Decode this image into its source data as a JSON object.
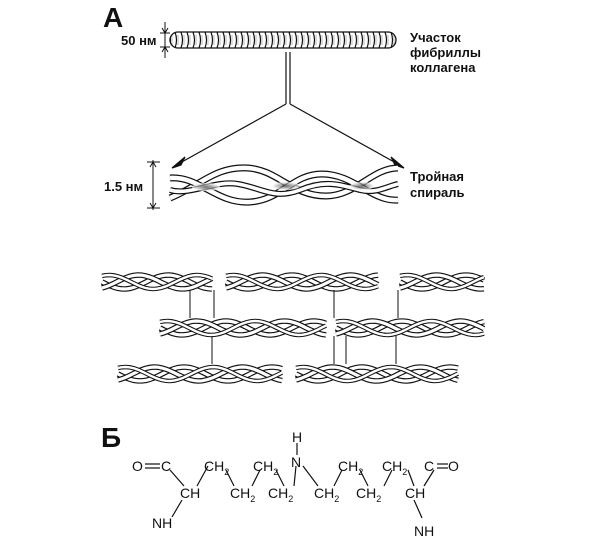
{
  "panel_a": {
    "letter": "А",
    "scale_fibril": "50 нм",
    "label_fibril": [
      "Участок",
      "фибриллы",
      "коллагена"
    ],
    "scale_helix": "1.5 нм",
    "label_helix": [
      "Тройная",
      "спираль"
    ]
  },
  "panel_b": {
    "letter": "Б",
    "atoms": {
      "o_left": "O",
      "o_right": "O",
      "ch_left": "CH",
      "ch_right": "CH",
      "nh_left": "NH",
      "nh_right": "NH",
      "n_center": "N",
      "h_top": "H",
      "ch2": "CH",
      "ch2_sub": "2"
    }
  },
  "colors": {
    "ink": "#111111",
    "shade": "#555555"
  }
}
